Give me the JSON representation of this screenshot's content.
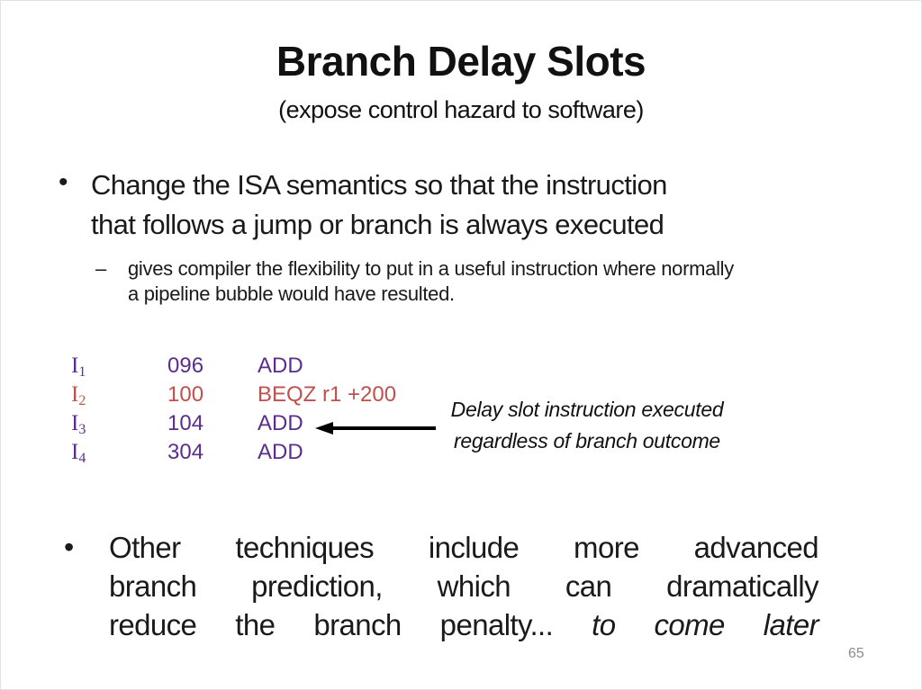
{
  "slide": {
    "title": "Branch Delay Slots",
    "subtitle": "(expose control hazard to software)",
    "bullets": {
      "marker": "•",
      "dash": "–",
      "b1_line1": "Change the ISA semantics so that the instruction",
      "b1_line2": "that follows a jump or branch is always executed",
      "sub_line1": "gives compiler the flexibility to put in a useful instruction where normally",
      "sub_line2": "a pipeline bubble would have resulted.",
      "b2_line1": "Other techniques include more advanced",
      "b2_line2": "branch prediction, which can dramatically",
      "b2_line3_regular": "reduce the branch penalty...",
      "b2_line3_italic": "to come later"
    },
    "code": {
      "rows": [
        {
          "label": "I",
          "sub": "1",
          "addr": "096",
          "instr": "ADD"
        },
        {
          "label": "I",
          "sub": "2",
          "addr": "100",
          "instr": "BEQZ r1 +200"
        },
        {
          "label": "I",
          "sub": "3",
          "addr": "104",
          "instr": "ADD"
        },
        {
          "label": "I",
          "sub": "4",
          "addr": "304",
          "instr": "ADD"
        }
      ]
    },
    "annotation": {
      "line1": "Delay slot instruction executed",
      "line2": "regardless of branch outcome"
    },
    "page_number": "65",
    "colors": {
      "code_purple": "#5B2D8E",
      "branch_red": "#C0504D",
      "page_number_gray": "#8C8C8C"
    }
  }
}
